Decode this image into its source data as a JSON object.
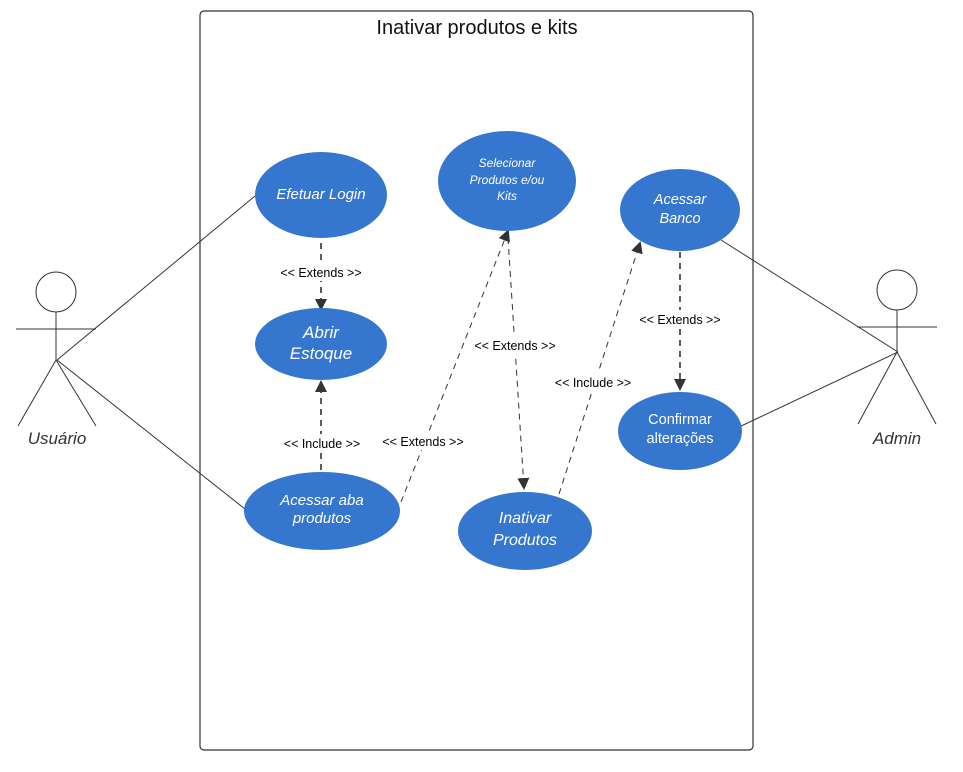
{
  "diagram": {
    "system_title": "Inativar produtos e kits",
    "actors": {
      "user": "Usuário",
      "admin": "Admin"
    },
    "use_cases": {
      "login": [
        "Efetuar Login"
      ],
      "stock": [
        "Abrir",
        "Estoque"
      ],
      "products_tab": [
        "Acessar aba",
        "produtos"
      ],
      "select": [
        "Selecionar",
        "Produtos e/ou",
        "Kits"
      ],
      "deactivate": [
        "Inativar",
        "Produtos"
      ],
      "database": [
        "Acessar",
        "Banco"
      ],
      "confirm": [
        "Confirmar",
        "alterações"
      ]
    },
    "relations": {
      "login_stock": "<< Extends >>",
      "tab_stock": "<< Include >>",
      "tab_select": "<< Extends >>",
      "select_deactivate": "<< Extends >>",
      "deactivate_database": "<< Include >>",
      "database_confirm": "<< Extends >>"
    },
    "colors": {
      "use_case_fill": "#3576CF",
      "line": "#333333",
      "boundary": "#333333"
    }
  }
}
